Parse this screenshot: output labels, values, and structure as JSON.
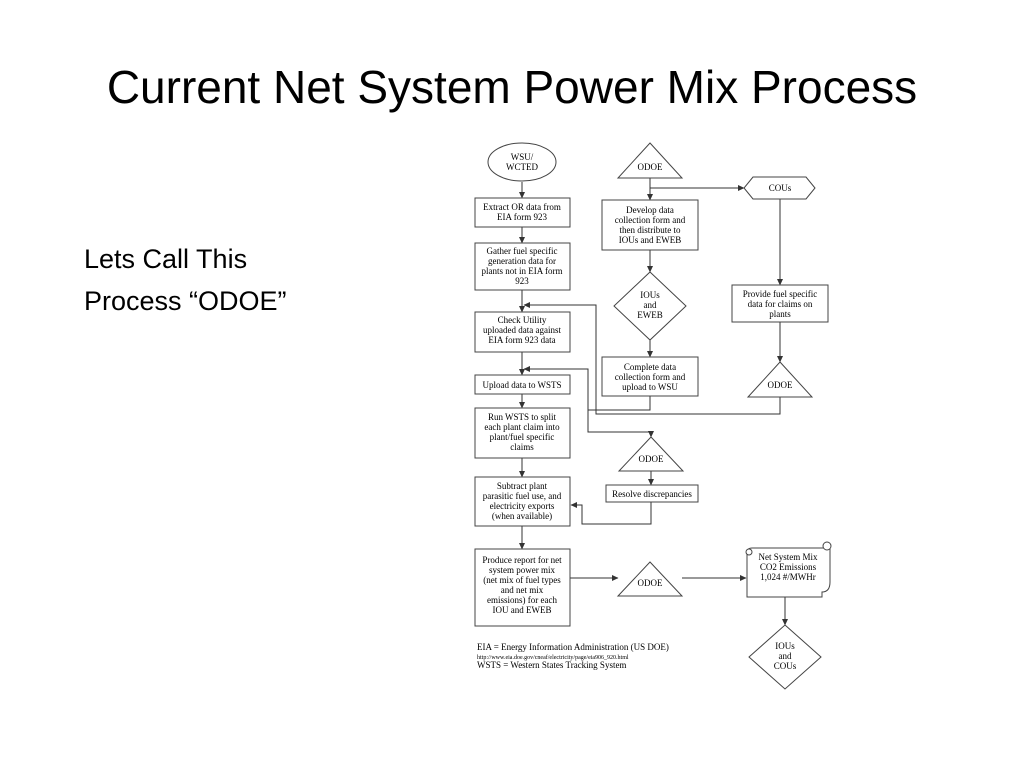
{
  "slide": {
    "title": "Current Net System Power Mix Process",
    "body_line1": "Lets Call This",
    "body_line2": "Process “ODOE”"
  },
  "diagram": {
    "nodes": {
      "wsu": [
        "WSU/",
        "WCTED"
      ],
      "extract": [
        "Extract OR data from",
        "EIA form 923"
      ],
      "gather": [
        "Gather fuel specific",
        "generation data for",
        "plants not in EIA form",
        "923"
      ],
      "check": [
        "Check Utility",
        "uploaded data against",
        "EIA form 923 data"
      ],
      "upload": [
        "Upload data to WSTS"
      ],
      "run": [
        "Run WSTS to split",
        "each plant claim into",
        "plant/fuel specific",
        "claims"
      ],
      "subtract": [
        "Subtract plant",
        "parasitic fuel use, and",
        "electricity exports",
        "(when available)"
      ],
      "produce": [
        "Produce report for net",
        "system power mix",
        "(net mix of fuel types",
        "and net mix",
        "emissions) for each",
        "IOU and EWEB"
      ],
      "odoe_top": [
        "ODOE"
      ],
      "develop": [
        "Develop data",
        "collection form and",
        "then distribute to",
        "IOUs and EWEB"
      ],
      "ious_eweb": [
        "IOUs",
        "and",
        "EWEB"
      ],
      "complete": [
        "Complete data",
        "collection form and",
        "upload to WSU"
      ],
      "cous": [
        "COUs"
      ],
      "provide": [
        "Provide fuel specific",
        "data for claims on",
        "plants"
      ],
      "odoe_right": [
        "ODOE"
      ],
      "odoe_mid": [
        "ODOE"
      ],
      "resolve": [
        "Resolve discrepancies"
      ],
      "odoe_bottom": [
        "ODOE"
      ],
      "netmix": [
        "Net System Mix",
        "CO2 Emissions",
        "1,024 #/MWHr"
      ],
      "ious_cous": [
        "IOUs",
        "and",
        "COUs"
      ]
    },
    "legend": [
      "EIA = Energy Information Administration (US DOE)",
      "http://www.eia.doe.gov/cneaf/electricity/page/eia906_920.html",
      "WSTS = Western States Tracking System"
    ]
  }
}
